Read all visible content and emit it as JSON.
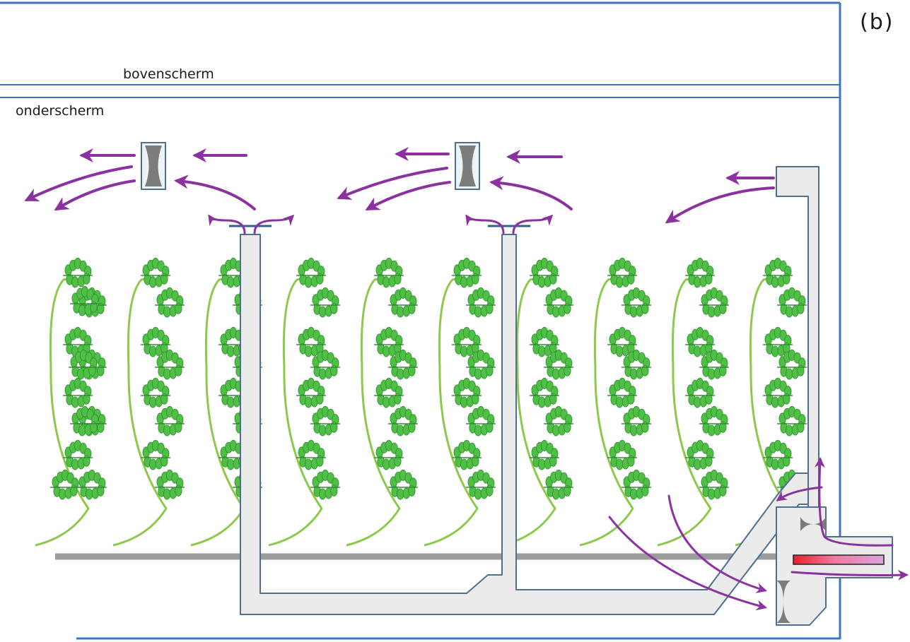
{
  "figure": {
    "panel_label": "(b)",
    "labels": {
      "top_screen": "bovenscherm",
      "bottom_screen": "onderscherm"
    },
    "colors": {
      "frame": "#3e74b8",
      "duct_fill": "#ebebeb",
      "duct_stroke": "#4f6f8f",
      "air_flow": "#8a32a0",
      "plant_leaf": "#4fbf45",
      "plant_stem": "#8cc84a",
      "floor_pipe": "#9b9b9b",
      "fan": "#7c7c7c",
      "heater_hot": "#e8202a",
      "heater_cool": "#d9a4d8"
    },
    "icons": [
      "fan-icon",
      "heater-icon",
      "plant-icon",
      "arrow-icon"
    ]
  }
}
